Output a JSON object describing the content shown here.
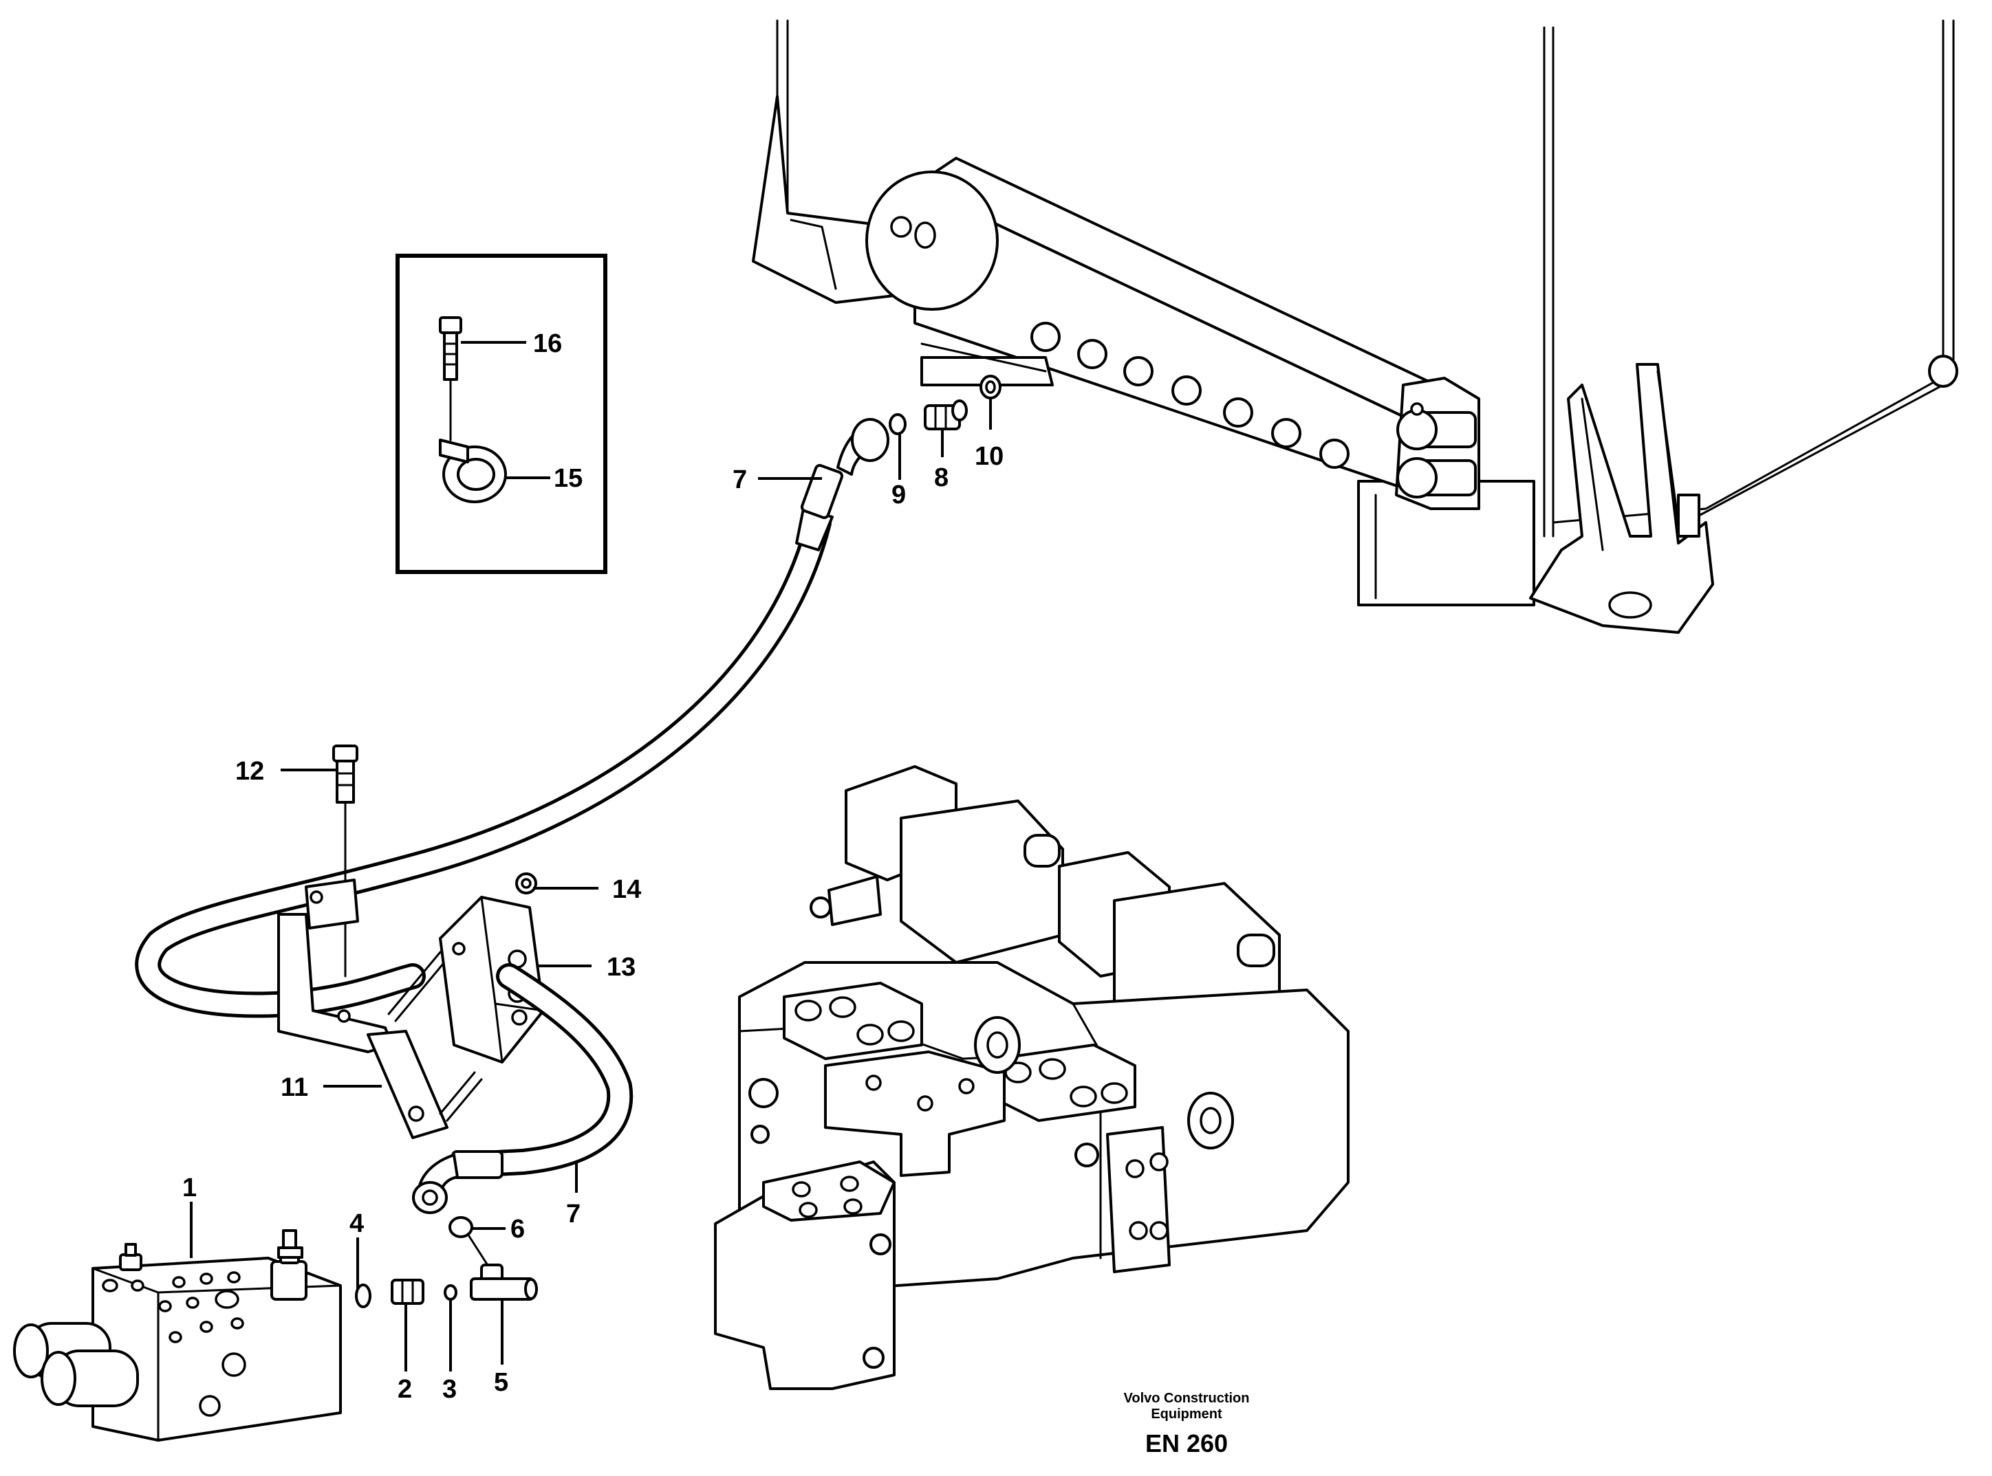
{
  "callouts": {
    "c1": "1",
    "c2": "2",
    "c3": "3",
    "c4": "4",
    "c5": "5",
    "c6": "6",
    "c7a": "7",
    "c7b": "7",
    "c8": "8",
    "c9": "9",
    "c10": "10",
    "c11": "11",
    "c12": "12",
    "c13": "13",
    "c14": "14",
    "c15": "15",
    "c16": "16"
  },
  "footer": {
    "brand_line1": "Volvo Construction",
    "brand_line2": "Equipment",
    "code": "EN 260"
  },
  "colors": {
    "line": "#000000",
    "background": "#ffffff"
  }
}
